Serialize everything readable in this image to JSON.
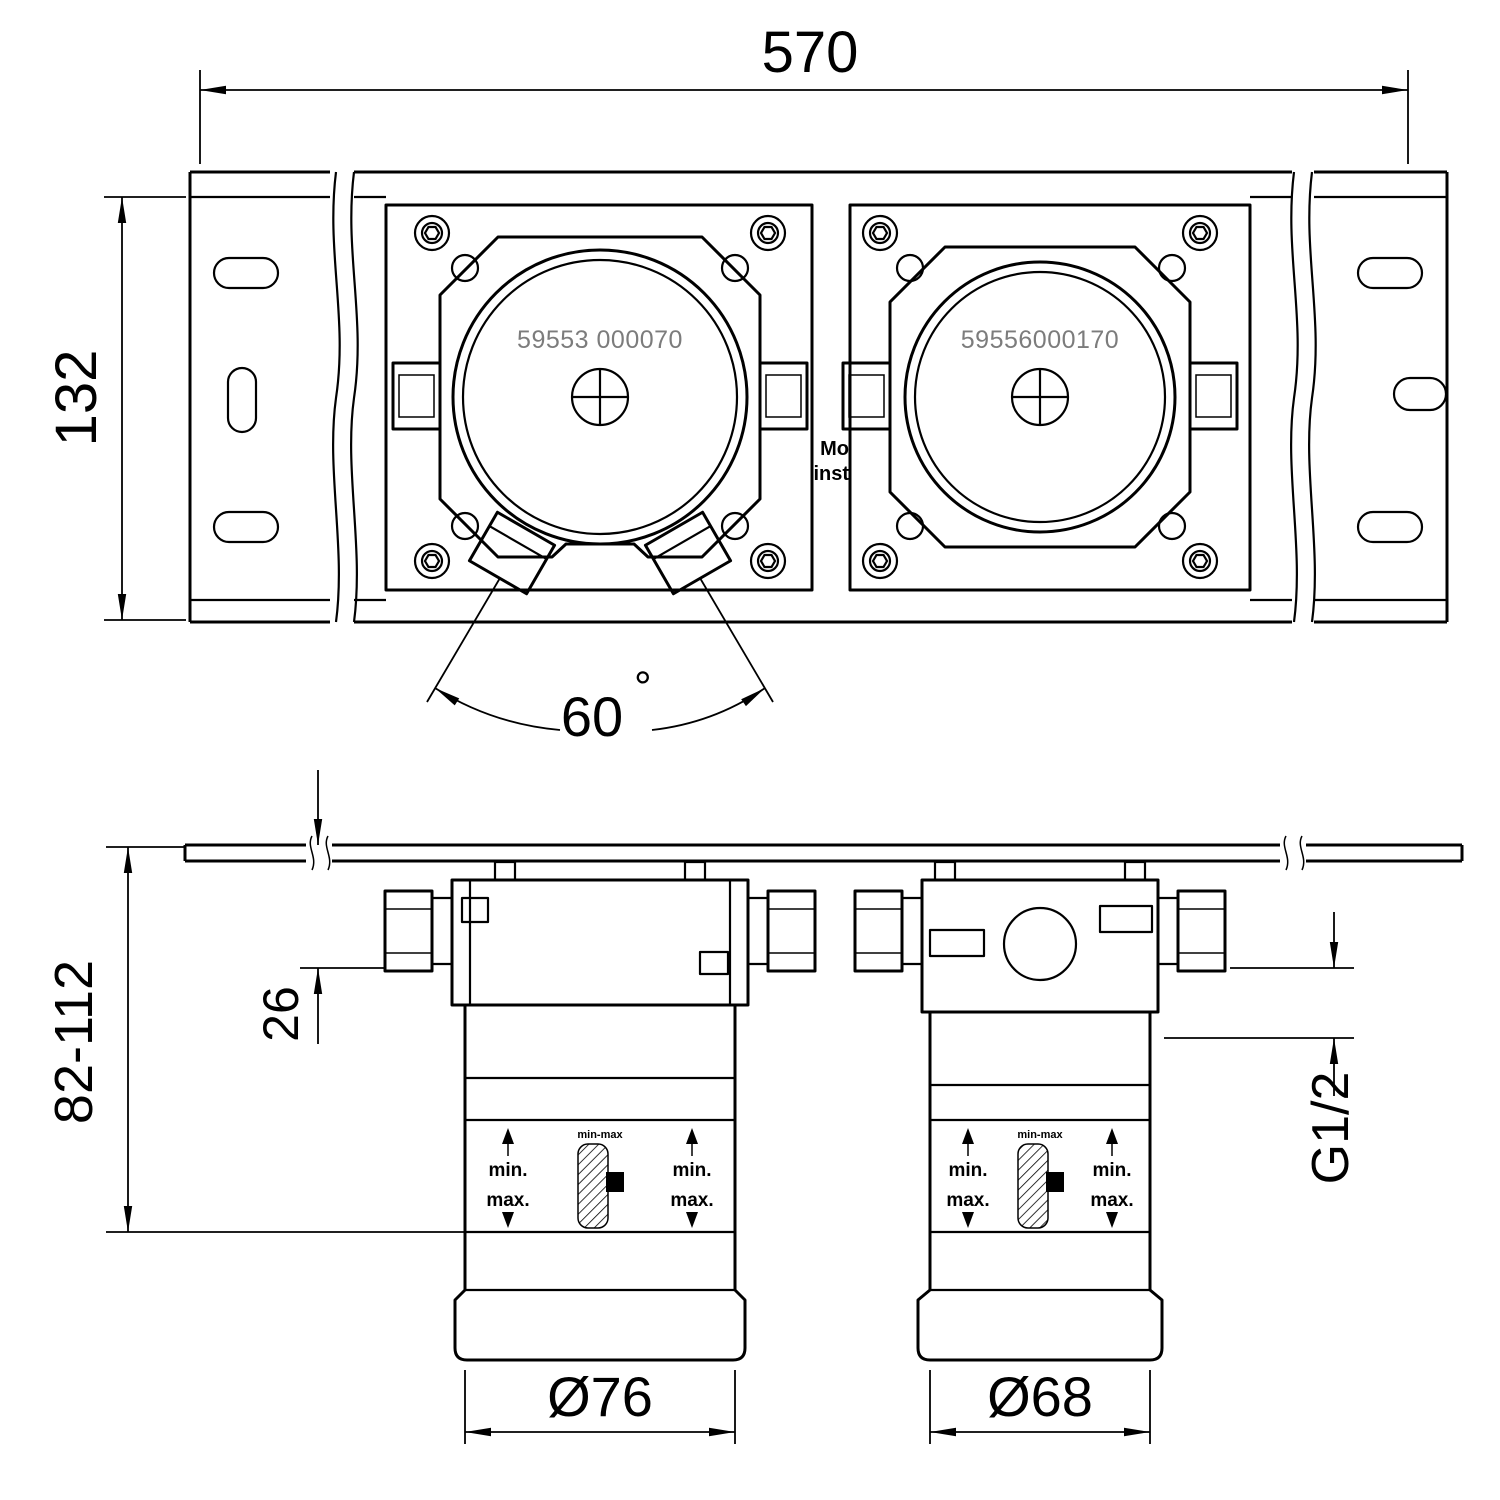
{
  "colors": {
    "line": "#000000",
    "part_number_text": "#7c7c7c",
    "background": "#ffffff"
  },
  "top_view": {
    "dim_width": "570",
    "dim_height": "132",
    "angle_value": "60",
    "angle_degree": "°",
    "left_part_number": "59553 000070",
    "right_part_number": "59556000170",
    "clipped_text_line1": "Mo",
    "clipped_text_line2": "inst"
  },
  "side_view": {
    "dim_depth_range": "82-112",
    "dim_offset": "26",
    "dim_thread": "G1/2",
    "dim_left_diameter": "Ø76",
    "dim_right_diameter": "Ø68",
    "label_min": "min.",
    "label_max": "max.",
    "label_minmax": "min-max"
  }
}
